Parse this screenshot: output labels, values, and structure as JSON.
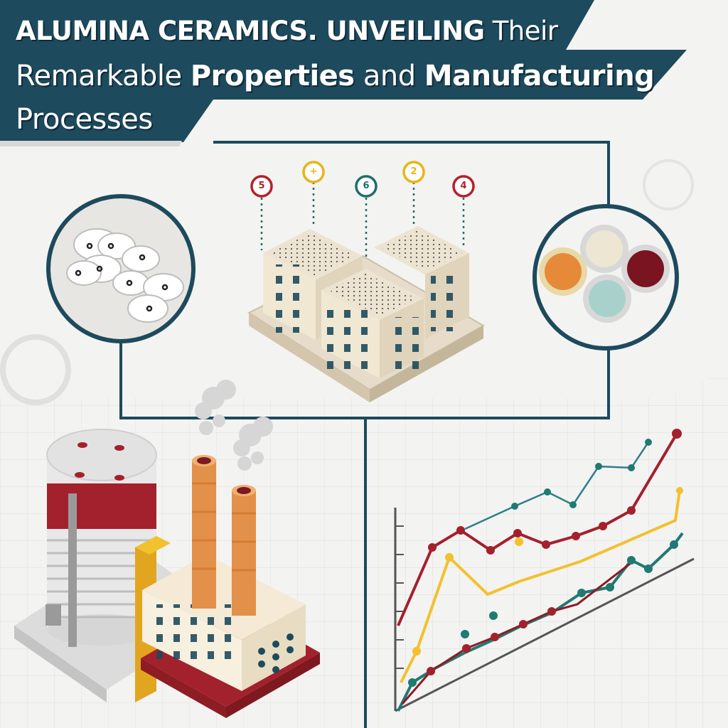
{
  "header": {
    "line1_bold": "ALUMINA CERAMICS. UNVEILING",
    "line1_rest": " Their",
    "line2_pre": "Remarkable ",
    "line2_bold1": "Properties",
    "line2_mid": " and ",
    "line2_bold2": "Manufacturing",
    "line3": "Processes"
  },
  "markers": [
    {
      "label": "5",
      "color": "#b5202a"
    },
    {
      "label": "+",
      "color": "#e8b418"
    },
    {
      "label": "6",
      "color": "#1f6f6a"
    },
    {
      "label": "2",
      "color": "#e8b418"
    },
    {
      "label": "4",
      "color": "#b5202a"
    }
  ],
  "colors": {
    "header_bg": "#1d4a5c",
    "frame": "#1d4a5c",
    "accent_red": "#a3212c",
    "accent_yellow": "#f2c12e",
    "accent_teal": "#1f7a72",
    "accent_orange": "#e3904a"
  },
  "icons": [
    "pellet-icon",
    "ceramic-block-icon",
    "pigment-dish-icon",
    "factory-icon",
    "silo-icon",
    "line-chart-icon"
  ]
}
